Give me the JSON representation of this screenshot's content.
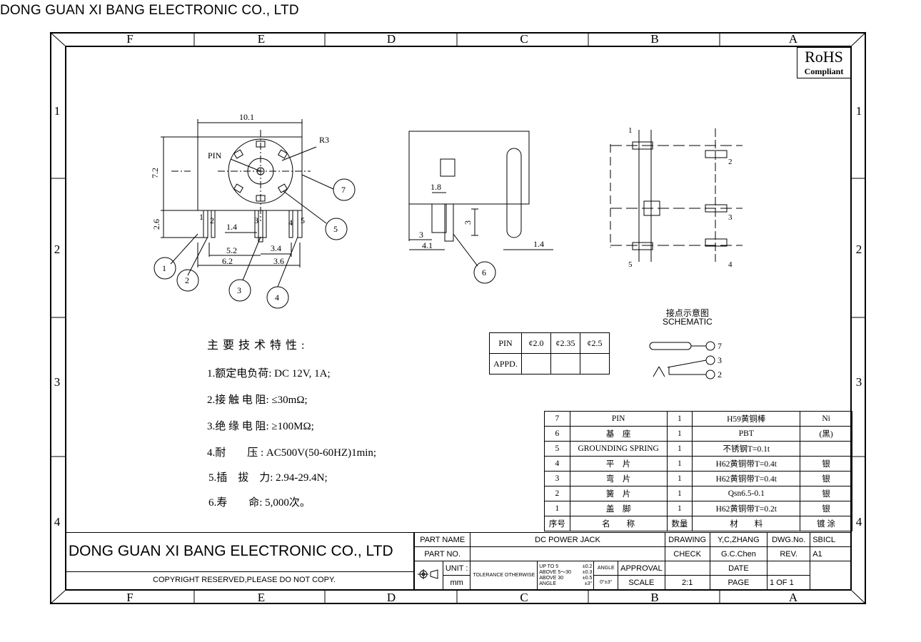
{
  "company_top": "DONG GUAN XI BANG ELECTRONIC CO., LTD",
  "zones": {
    "columns": [
      "F",
      "E",
      "D",
      "C",
      "B",
      "A"
    ],
    "rows": [
      "1",
      "2",
      "3",
      "4"
    ]
  },
  "rohs": {
    "line1": "RoHS",
    "line2": "Compliant"
  },
  "drawing_labels": {
    "dim_10_1": "10.1",
    "dim_7_2": "7.2",
    "dim_2_6": "2.6",
    "dim_1_4": "1.4",
    "dim_5_2": "5.2",
    "dim_6_2": "6.2",
    "dim_3_4": "3.4",
    "dim_3_6": "3.6",
    "r3": "R3",
    "pin": "PIN",
    "dim_1_8": "1.8",
    "dim_3_side": "3",
    "dim_3_bottom": "3",
    "dim_4_1": "4.1",
    "dim_1_4_side": "1.4",
    "pin_num_1": "1",
    "pin_num_2": "2",
    "pin_num_3": "3",
    "pin_num_4": "4",
    "pin_num_5": "5",
    "balloons": [
      "1",
      "2",
      "3",
      "4",
      "5",
      "6",
      "7"
    ]
  },
  "specs": {
    "heading": "主要技术特性:",
    "lines": [
      "1.额定电负荷: DC 12V, 1A;",
      "2.接 触 电 阻: ≤30mΩ;",
      "3.绝 缘 电 阻: ≥100MΩ;",
      "4.耐　　压 : AC500V(50-60HZ)1min;",
      "5.插　拔　力: 2.94-29.4N;",
      "6.寿　　命: 5,000次。"
    ]
  },
  "pin_table": {
    "row1": [
      "PIN",
      "¢2.0",
      "¢2.35",
      "¢2.5"
    ],
    "row2": [
      "APPD.",
      "",
      "",
      ""
    ]
  },
  "schematic": {
    "title_cn": "接点示意图",
    "title_en": "SCHEMATIC",
    "labels": [
      "7",
      "3",
      "2"
    ]
  },
  "bom": {
    "rows": [
      [
        "7",
        "PIN",
        "1",
        "H59黄铜棒",
        "Ni"
      ],
      [
        "6",
        "基　座",
        "1",
        "PBT",
        "(黑)"
      ],
      [
        "5",
        "GROUNDING SPRING",
        "1",
        "不锈钢T=0.1t",
        ""
      ],
      [
        "4",
        "平　片",
        "1",
        "H62黄铜带T=0.4t",
        "银"
      ],
      [
        "3",
        "弯　片",
        "1",
        "H62黄铜带T=0.4t",
        "银"
      ],
      [
        "2",
        "簧　片",
        "1",
        "Qsn6.5-0.1",
        "银"
      ],
      [
        "1",
        "盖　脚",
        "1",
        "H62黄铜带T=0.2t",
        "银"
      ]
    ],
    "header": [
      "序号",
      "名　　称",
      "数量",
      "材　　料",
      "镀 涂"
    ]
  },
  "title_block": {
    "company": "DONG GUAN XI BANG ELECTRONIC CO., LTD",
    "copyright": "COPYRIGHT RESERVED,PLEASE DO NOT COPY.",
    "part_name_label": "PART NAME",
    "part_name": "DC POWER JACK",
    "part_no_label": "PART NO.",
    "part_no": "",
    "unit_label": "UNIT :",
    "unit": "mm",
    "tolerance_label": "TOLERANCE OTHERWISE",
    "tol_up5": "UP TO 5",
    "tol_up5_val": "±0.2",
    "tol_5_30": "ABOVE 5～30",
    "tol_5_30_val": "±0.3",
    "tol_above30": "ABOVE 30",
    "tol_above30_val": "±0.5",
    "tol_angle": "ANGLE",
    "tol_angle_val": "±3°",
    "angle_label": "ANGLE",
    "angle_val": "0°±3°",
    "drawing_label": "DRAWING",
    "drawing": "Y,C,ZHANG",
    "check_label": "CHECK",
    "check": "G.C.Chen",
    "approval_label": "APPROVAL",
    "approval": "",
    "scale_label": "SCALE",
    "scale": "2:1",
    "dwg_no_label": "DWG.No.",
    "dwg_no": "SBICL",
    "rev_label": "REV.",
    "rev": "A1",
    "date_label": "DATE",
    "date": "",
    "page_label": "PAGE",
    "page": "1 OF 1"
  }
}
